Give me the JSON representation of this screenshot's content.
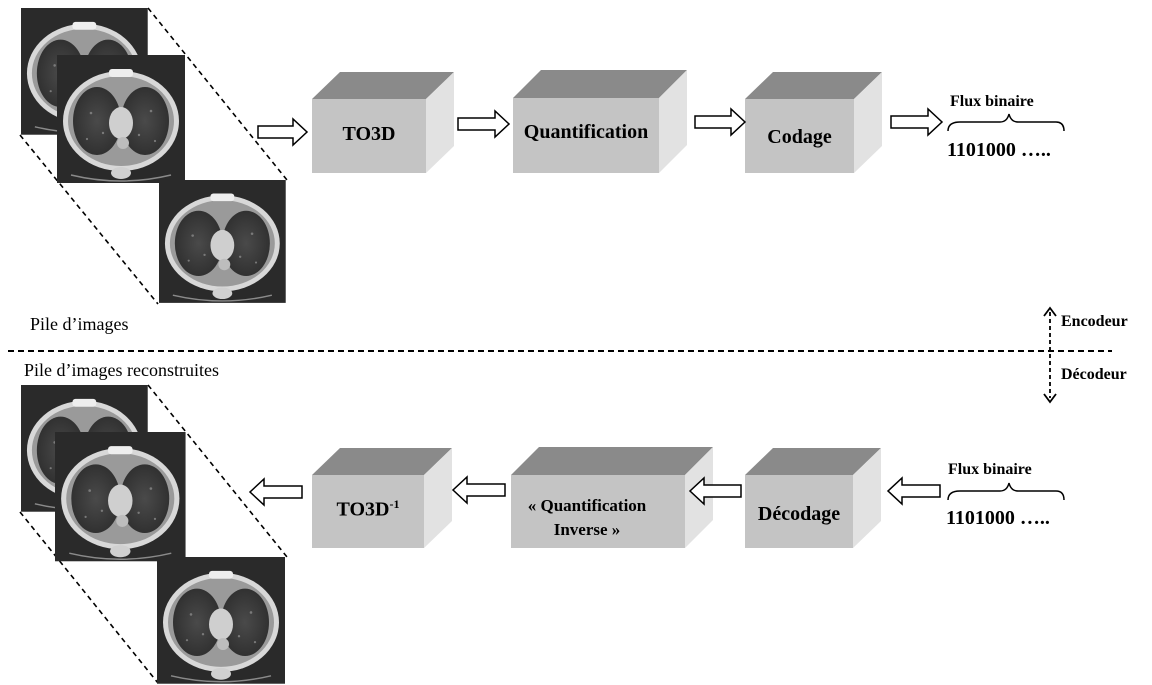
{
  "encoder": {
    "stack_caption": "Pile d’images",
    "blocks": [
      {
        "label": "TO3D"
      },
      {
        "label": "Quantification"
      },
      {
        "label": "Codage"
      }
    ],
    "bitstream": {
      "title": "Flux binaire",
      "bits": "1101000 ….."
    }
  },
  "decoder": {
    "stack_caption": "Pile d’images reconstruites",
    "blocks": [
      {
        "label": "Décodage"
      },
      {
        "label_line1": "« Quantification",
        "label_line2": "Inverse »"
      },
      {
        "label_base": "TO3D",
        "label_sup": "-1"
      }
    ],
    "bitstream": {
      "title": "Flux binaire",
      "bits": "1101000 ….."
    }
  },
  "direction_labels": {
    "encoder": "Encodeur",
    "decoder": "Décodeur"
  },
  "colors": {
    "box_front": "#c4c4c4",
    "box_top": "#8a8a8a",
    "box_side": "#e2e2e2",
    "ct_background": "#3a3a3a"
  }
}
